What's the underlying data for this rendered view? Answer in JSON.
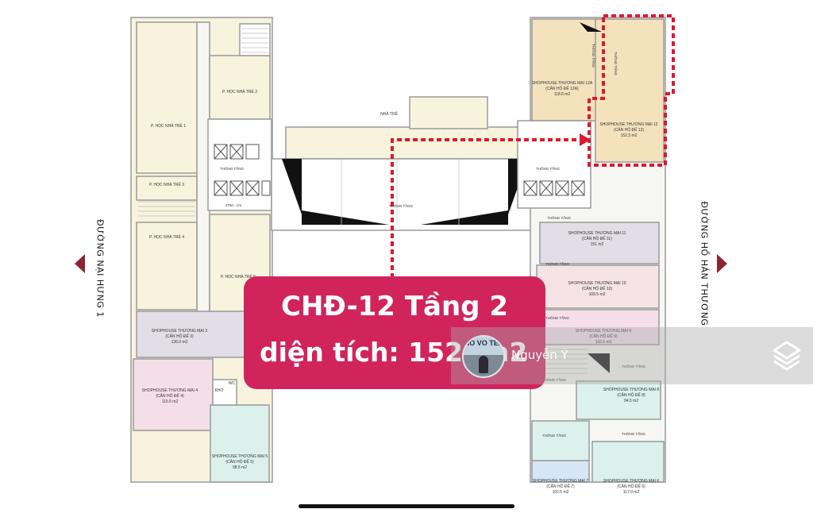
{
  "rooms": {
    "hoc1": "P. HỌC NHÀ TRẺ 1",
    "hoc2": "P. HỌC NHÀ TRẺ 2",
    "hoc3": "P. HỌC NHÀ TRẺ 3",
    "hoc4": "P. HỌC NHÀ TRẺ 4",
    "hoc5": "P. HỌC NHÀ TRẺ 5",
    "nhatre": "NHÀ TRẺ",
    "thongtang": "THÔNG TẦNG",
    "phong_ky_thuat": "4750 - Ưn",
    "sh12a": "SHOPHOUSE THƯƠNG MẠI 12A",
    "sh12a_unit": "(CĂN HỘ ĐẾ 12A)",
    "sh12a_area": "118.6 m2",
    "sh12": "SHOPHOUSE THƯƠNG MẠI 12",
    "sh12_unit": "(CĂN HỘ ĐẾ 12)",
    "sh12_area": "152.3 m2",
    "sh11": "SHOPHOUSE THƯƠNG MẠI 11",
    "sh11_unit": "(CĂN HỘ ĐẾ 11)",
    "sh11_area": "151 m2",
    "sh10": "SHOPHOUSE THƯƠNG MẠI 10",
    "sh10_unit": "(CĂN HỘ ĐẾ 10)",
    "sh10_area": "109.5 m2",
    "sh9": "SHOPHOUSE THƯƠNG MẠI 9",
    "sh9_unit": "(CĂN HỘ ĐẾ 9)",
    "sh9_area": "102.5 m2",
    "sh8": "SHOPHOUSE THƯƠNG MẠI 8",
    "sh8_unit": "(CĂN HỘ ĐẾ 8)",
    "sh8_area": "94.5 m2",
    "sh7": "SHOPHOUSE THƯƠNG MẠI 7",
    "sh7_unit": "(CĂN HỘ ĐẾ 7)",
    "sh7_area": "102.5 m2",
    "sh6": "SHOPHOUSE THƯƠNG MẠI 6",
    "sh6_unit": "(CĂN HỘ ĐẾ 6)",
    "sh6_area": "117.0 m2",
    "sh5": "SHOPHOUSE THƯƠNG MẠI 5",
    "sh5_unit": "(CĂN HỘ ĐẾ 5)",
    "sh5_area": "98.5 m2",
    "sh4": "SHOPHOUSE THƯƠNG MẠI 4",
    "sh4_unit": "(CĂN HỘ ĐẾ 4)",
    "sh4_area": "115.5 m2",
    "sh3": "SHOPHOUSE THƯƠNG MẠI 3",
    "sh3_unit": "(CĂN HỘ ĐẾ 3)",
    "sh3_area": "136.0 m2",
    "kho": "KHO",
    "wc": "WC"
  },
  "streets": {
    "left": "ĐƯỜNG NẠI HƯNG 1",
    "right": "ĐƯỜNG HỒ HÁN THƯƠNG"
  },
  "banner": {
    "line1": "CHĐ-12 Tầng 2",
    "line2": "diện tích: 152, m2"
  },
  "watermark": {
    "avatar_text": "NO VO TEL",
    "name": "Nguyễn Ý"
  },
  "colors": {
    "banner": "#d1245d",
    "highlight_dashes": "#e0182b",
    "arrow": "#8e2432",
    "cream": "#f8f3dd",
    "tan": "#f4e2bd",
    "lavender": "#e2dee8",
    "pink": "#f5e3e6",
    "light_pink": "#f4dfe9",
    "mint": "#dcf1ec",
    "blue": "#d6e6f6",
    "wall": "#9a9a9a"
  }
}
